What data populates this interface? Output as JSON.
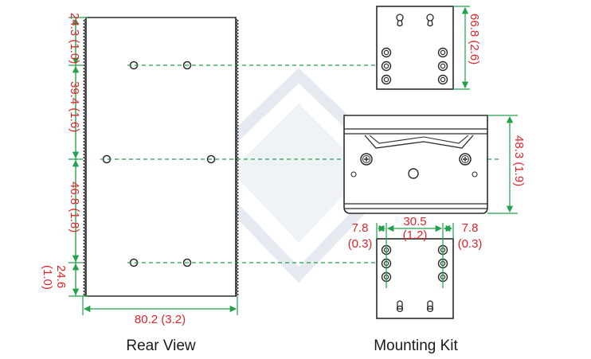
{
  "colors": {
    "outline": "#2b2b2b",
    "dimension": "#e0242a",
    "guide": "#22a04b",
    "watermark": "#dfe6ee"
  },
  "captions": {
    "rear_view": "Rear View",
    "mounting_kit": "Mounting Kit"
  },
  "rear_view": {
    "dim_top": "24.3 (1.0)",
    "dim_upper": "39.4 (1.6)",
    "dim_middle": "46.8 (1.8)",
    "dim_bottom_a": "24.6",
    "dim_bottom_b": "(1.0)",
    "dim_width": "80.2 (3.2)"
  },
  "mounting_kit": {
    "dim_plate_height": "66.8 (2.6)",
    "dim_din_height": "48.3 (1.9)",
    "dim_left_offset": "7.8",
    "dim_left_offset_in": "(0.3)",
    "dim_hole_spacing": "30.5",
    "dim_hole_spacing_in": "(1.2)",
    "dim_right_offset": "7.8",
    "dim_right_offset_in": "(0.3)"
  },
  "icons": [
    "keyhole-icon",
    "screw-icon",
    "mounting-hole-icon"
  ]
}
